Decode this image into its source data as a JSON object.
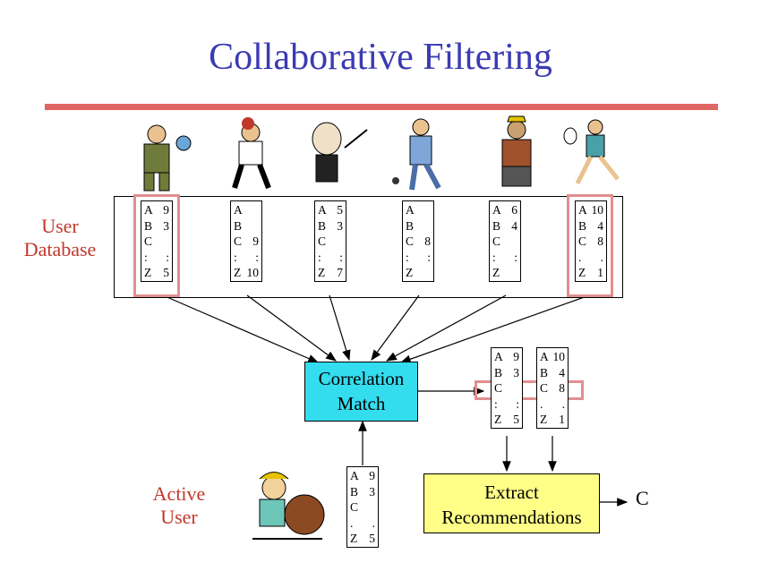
{
  "title": "Collaborative Filtering",
  "labels": {
    "user_database": [
      "User",
      "Database"
    ],
    "active_user": [
      "Active",
      "User"
    ]
  },
  "user_vectors": [
    [
      [
        "A",
        "9"
      ],
      [
        "B",
        "3"
      ],
      [
        "C",
        ""
      ],
      [
        ":",
        ":"
      ],
      [
        "Z",
        "5"
      ]
    ],
    [
      [
        "A",
        ""
      ],
      [
        "B",
        ""
      ],
      [
        "C",
        "9"
      ],
      [
        ":",
        ":"
      ],
      [
        "Z",
        "10"
      ]
    ],
    [
      [
        "A",
        "5"
      ],
      [
        "B",
        "3"
      ],
      [
        "C",
        ""
      ],
      [
        ":",
        ":"
      ],
      [
        "Z",
        "7"
      ]
    ],
    [
      [
        "A",
        ""
      ],
      [
        "B",
        ""
      ],
      [
        "C",
        "8"
      ],
      [
        ":",
        ":"
      ],
      [
        "Z",
        ""
      ]
    ],
    [
      [
        "A",
        "6"
      ],
      [
        "B",
        "4"
      ],
      [
        "C",
        ""
      ],
      [
        ":",
        ":"
      ],
      [
        "Z",
        ""
      ]
    ],
    [
      [
        "A",
        "10"
      ],
      [
        "B",
        "4"
      ],
      [
        "C",
        "8"
      ],
      [
        ".",
        "."
      ],
      [
        "Z",
        "1"
      ]
    ]
  ],
  "matched_vectors": [
    [
      [
        "A",
        "9"
      ],
      [
        "B",
        "3"
      ],
      [
        "C",
        ""
      ],
      [
        ":",
        ":"
      ],
      [
        "Z",
        "5"
      ]
    ],
    [
      [
        "A",
        "10"
      ],
      [
        "B",
        "4"
      ],
      [
        "C",
        "8"
      ],
      [
        ".",
        "."
      ],
      [
        "Z",
        "1"
      ]
    ]
  ],
  "active_vector": [
    [
      "A",
      "9"
    ],
    [
      "B",
      "3"
    ],
    [
      "C",
      ""
    ],
    [
      ".",
      "."
    ],
    [
      "Z",
      "5"
    ]
  ],
  "correlation_match": [
    "Correlation",
    "Match"
  ],
  "extract_recommendations": [
    "Extract",
    "Recommendations"
  ],
  "output": "C",
  "colors": {
    "title": "#3b3bb3",
    "rule": "#e06666",
    "highlight": "#e08f8f",
    "correlation": "#33ddee",
    "extract": "#ffff88"
  }
}
